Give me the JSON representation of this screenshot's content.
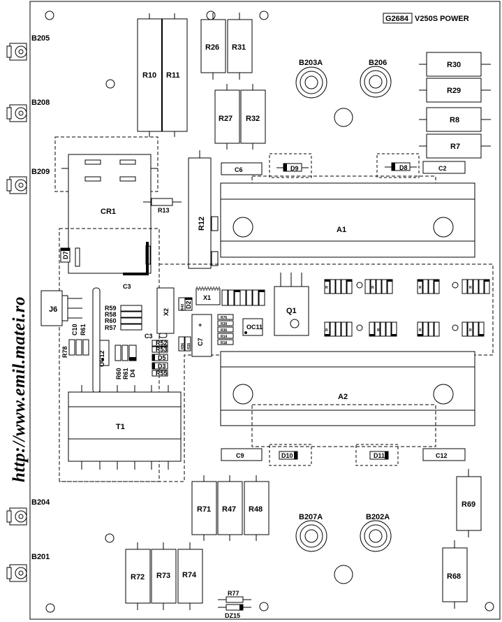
{
  "title": {
    "code": "G2684",
    "name": "V250S POWER"
  },
  "watermark": "http://www.emil.matei.ro",
  "connectors": [
    "B205",
    "B208",
    "B209",
    "B204",
    "B201"
  ],
  "mounts": [
    "B203A",
    "B206",
    "B207A",
    "B202A"
  ],
  "resistors": {
    "R10": "R10",
    "R11": "R11",
    "R26": "R26",
    "R31": "R31",
    "R27": "R27",
    "R32": "R32",
    "R30": "R30",
    "R29": "R29",
    "R8": "R8",
    "R7": "R7",
    "R12": "R12",
    "R13": "R13",
    "R71": "R71",
    "R47": "R47",
    "R48": "R48",
    "R69": "R69",
    "R68": "R68",
    "R72": "R72",
    "R73": "R73",
    "R74": "R74",
    "R77": "R77",
    "R78": "R78"
  },
  "capacitors": {
    "C6": "C6",
    "C2": "C2",
    "C3": "C3",
    "C3b": "C3",
    "C7": "C7",
    "C9": "C9",
    "C10": "C10",
    "C12": "C12"
  },
  "diodes": {
    "D9": "D9",
    "D8": "D8",
    "D7": "D7",
    "D10": "D10",
    "D11": "D11",
    "D2": "D2",
    "D3": "D3",
    "D4": "D4",
    "D5": "D5",
    "DZ15": "DZ15"
  },
  "modules": {
    "A1": "A1",
    "A2": "A2",
    "CR1": "CR1",
    "T1": "T1",
    "J6": "J6",
    "Q1": "Q1",
    "X1": "X1",
    "X2": "X2",
    "OC12": "OC12",
    "OC11": "OC11"
  },
  "small_labels": {
    "R59": "R59",
    "R58": "R58",
    "R60": "R60",
    "R57": "R57",
    "R61": "R61",
    "R61b": "R61",
    "R60b": "R60",
    "R40": "R40",
    "R52": "R52",
    "R53": "R53",
    "R55": "R55",
    "R56": "R56",
    "R35": "R35",
    "R76": "R76",
    "R39": "R39",
    "R36": "R36",
    "R14": "R14",
    "R18": "R18"
  },
  "pad_texts": [
    "R",
    "R",
    "R",
    "R",
    "R",
    "R",
    "R",
    "R"
  ]
}
